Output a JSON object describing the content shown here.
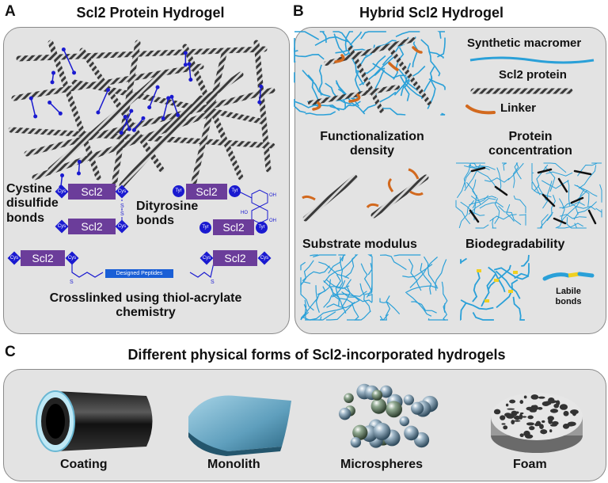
{
  "panel_a": {
    "letter": "A",
    "title": "Scl2 Protein Hydrogel",
    "cystine_label": "Cystine\ndisulfide\nbonds",
    "dityrosine_label": "Dityrosine\nbonds",
    "scl2": "Scl2",
    "cys": "Cys",
    "tyr": "Tyr",
    "designed_peptides": "Designed Peptides",
    "crosslinked_text": "Crosslinked using thiol-acrylate\nchemistry"
  },
  "panel_b": {
    "letter": "B",
    "title": "Hybrid Scl2 Hydrogel",
    "legend_synthetic": "Synthetic macromer",
    "legend_scl2": "Scl2 protein",
    "legend_linker": "Linker",
    "functionalization": "Functionalization\ndensity",
    "protein_concentration": "Protein\nconcentration",
    "substrate_modulus": "Substrate modulus",
    "biodegradability": "Biodegradability",
    "labile_bonds": "Labile\nbonds"
  },
  "panel_c": {
    "letter": "C",
    "title": "Different physical forms of Scl2-incorporated hydrogels",
    "forms": [
      "Coating",
      "Monolith",
      "Microspheres",
      "Foam"
    ]
  },
  "colors": {
    "panel_bg": "#e3e3e3",
    "protein_purple": "#6b3d9a",
    "crosslink_blue": "#1a1ad0",
    "macromer_blue": "#2aa0d8",
    "linker_orange": "#d2691e",
    "labile_yellow": "#f0d020"
  }
}
